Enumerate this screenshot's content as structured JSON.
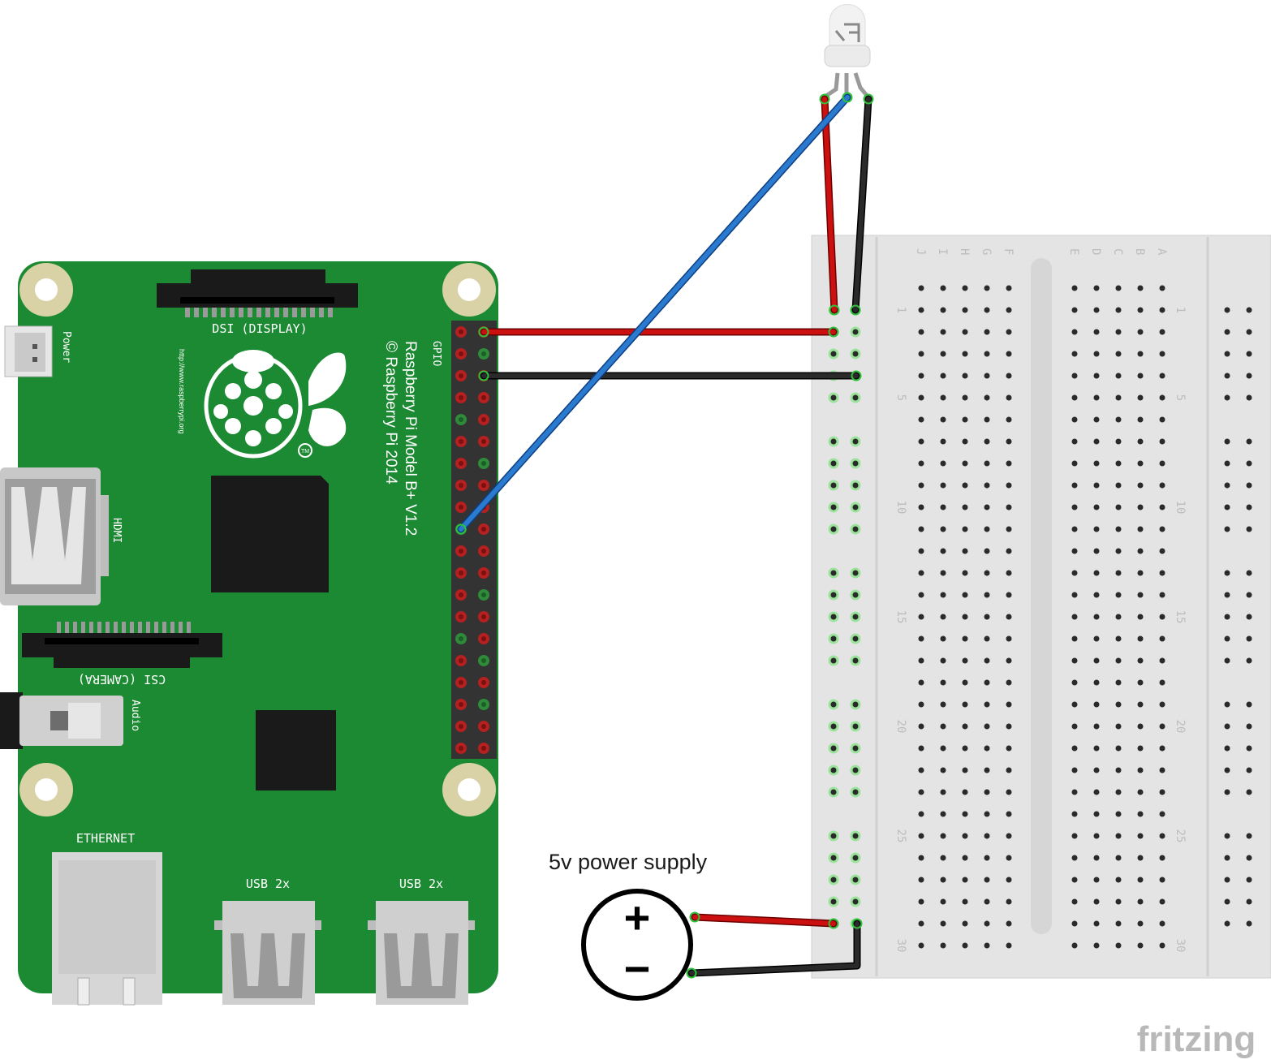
{
  "pi": {
    "dsi_label": "DSI (DISPLAY)",
    "url_label": "http://www.raspberrypi.org",
    "power_label": "Power",
    "hdmi_label": "HDMI",
    "csi_label": "CSI (CAMERA)",
    "audio_label": "Audio",
    "gpio_label": "GPIO",
    "model_label": "Raspberry Pi Model B+ V1.2",
    "copyright_label": "© Raspberry Pi 2014",
    "tm_label": "TM",
    "ethernet_label": "ETHERNET",
    "usb1_label": "USB 2x",
    "usb2_label": "USB 2x"
  },
  "breadboard": {
    "col_letters_left": [
      "J",
      "I",
      "H",
      "G",
      "F"
    ],
    "col_letters_right": [
      "E",
      "D",
      "C",
      "B",
      "A"
    ],
    "row_numbers": [
      "1",
      "5",
      "10",
      "15",
      "20",
      "25",
      "30"
    ]
  },
  "power_supply": {
    "label": "5v power supply",
    "plus": "+",
    "minus": "−"
  },
  "watermark": "fritzing",
  "colors": {
    "pcb_green": "#1c8a32",
    "wire_red": "#cc1010",
    "wire_black": "#1a1a1a",
    "wire_blue": "#2a7ad0",
    "breadboard": "#e4e4e4"
  }
}
